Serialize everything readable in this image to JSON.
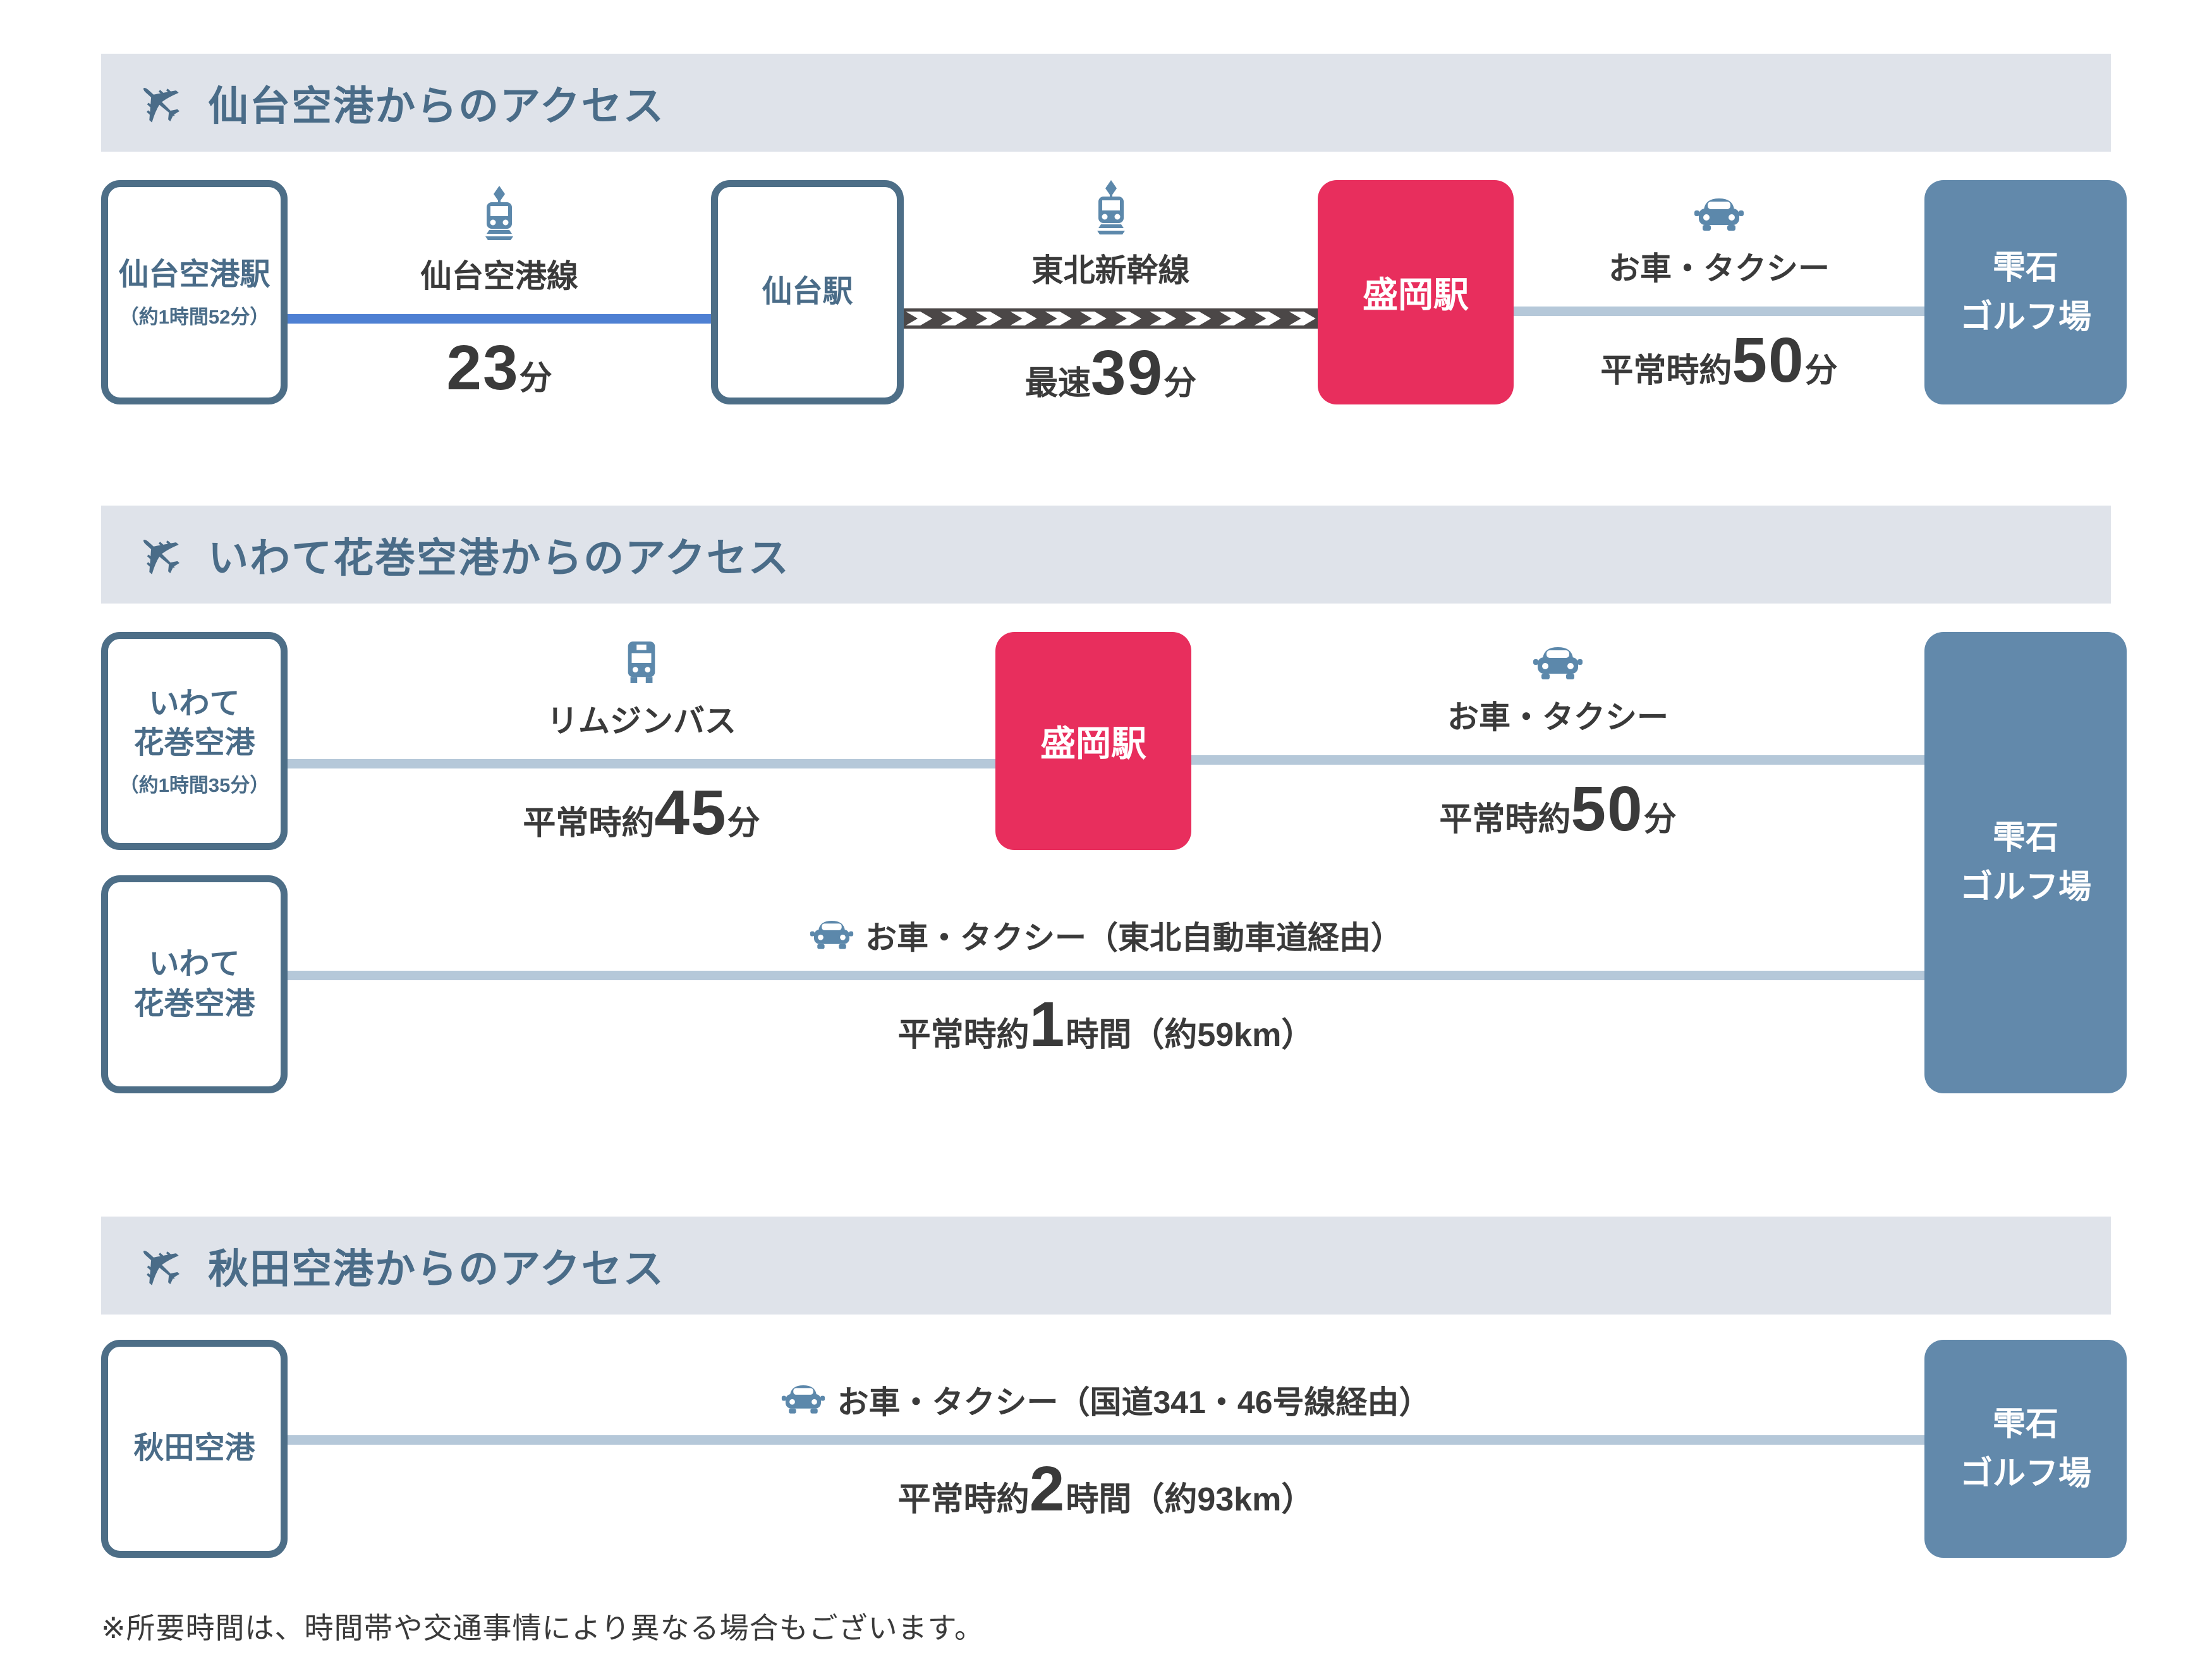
{
  "colors": {
    "header_bg": "#dfe3ea",
    "slate_text": "#4a6c88",
    "box_border": "#4d6e87",
    "hub_pink": "#e82e5d",
    "dest_blue": "#6289ab",
    "rail_blue": "#4e80d3",
    "road_light_blue": "#b5c8d9",
    "shinkansen_dark": "#4b4747",
    "icon_blue": "#5c88ab",
    "body_text": "#3a3a3a"
  },
  "section1": {
    "title": "仙台空港からのアクセス",
    "start": {
      "name": "仙台空港駅",
      "note": "（約1時間52分）"
    },
    "seg_train": {
      "label": "仙台空港線",
      "prefix": "",
      "num": "23",
      "suffix": "分"
    },
    "mid": {
      "name": "仙台駅"
    },
    "seg_shinkansen": {
      "label": "東北新幹線",
      "prefix": "最速",
      "num": "39",
      "suffix": "分"
    },
    "hub": {
      "name": "盛岡駅"
    },
    "seg_car": {
      "label": "お車・タクシー",
      "prefix": "平常時約",
      "num": "50",
      "suffix": "分"
    },
    "dest": {
      "line1": "雫石",
      "line2": "ゴルフ場"
    }
  },
  "section2": {
    "title": "いわて花巻空港からのアクセス",
    "startA": {
      "line1": "いわて",
      "line2": "花巻空港",
      "note": "（約1時間35分）"
    },
    "seg_bus": {
      "label": "リムジンバス",
      "prefix": "平常時約",
      "num": "45",
      "suffix": "分"
    },
    "hub": {
      "name": "盛岡駅"
    },
    "seg_car": {
      "label": "お車・タクシー",
      "prefix": "平常時約",
      "num": "50",
      "suffix": "分"
    },
    "startB": {
      "line1": "いわて",
      "line2": "花巻空港"
    },
    "seg_direct": {
      "label": "お車・タクシー（東北自動車道経由）",
      "prefix": "平常時約",
      "num": "1",
      "suffix": "時間（約59km）"
    },
    "dest": {
      "line1": "雫石",
      "line2": "ゴルフ場"
    }
  },
  "section3": {
    "title": "秋田空港からのアクセス",
    "start": {
      "name": "秋田空港"
    },
    "seg_direct": {
      "label": "お車・タクシー（国道341・46号線経由）",
      "prefix": "平常時約",
      "num": "2",
      "suffix": "時間（約93km）"
    },
    "dest": {
      "line1": "雫石",
      "line2": "ゴルフ場"
    }
  },
  "footnote": "※所要時間は、時間帯や交通事情により異なる場合もございます。"
}
